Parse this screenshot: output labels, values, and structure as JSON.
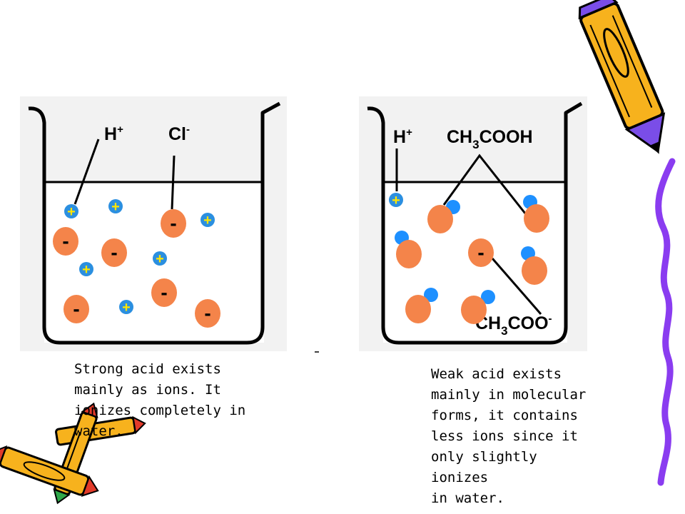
{
  "beaker_left": {
    "labels": {
      "cation": "H",
      "cation_charge": "+",
      "anion": "Cl",
      "anion_charge": "-"
    },
    "cation_symbol": "+",
    "anion_symbol": "-"
  },
  "beaker_right": {
    "labels": {
      "cation": "H",
      "cation_charge": "+",
      "molecule_pre": "CH",
      "molecule_sub": "3",
      "molecule_post": "COOH",
      "ion_pre": "CH",
      "ion_sub": "3",
      "ion_post": "COO",
      "ion_charge": "-"
    },
    "cation_symbol": "+",
    "anion_symbol": "-"
  },
  "captions": {
    "left": "Strong acid exists\nmainly as ions. It\nionizes completely in\nwater.",
    "right": "Weak acid exists\nmainly in molecular\nforms, it contains\nless ions since it\nonly slightly ionizes\nin water."
  },
  "colors": {
    "anion": "#f4844a",
    "cation": "#2b8fe0",
    "cation_sign": "#ffe600",
    "molecule_blue": "#1e90ff",
    "pencil_yellow": "#f7b21d",
    "pencil_purple": "#7a4de8",
    "pencil_red": "#e23b2a",
    "squiggle": "#8a3cf0"
  },
  "icons": [
    "pencil-icon",
    "crayon-icon",
    "squiggle-decoration"
  ]
}
